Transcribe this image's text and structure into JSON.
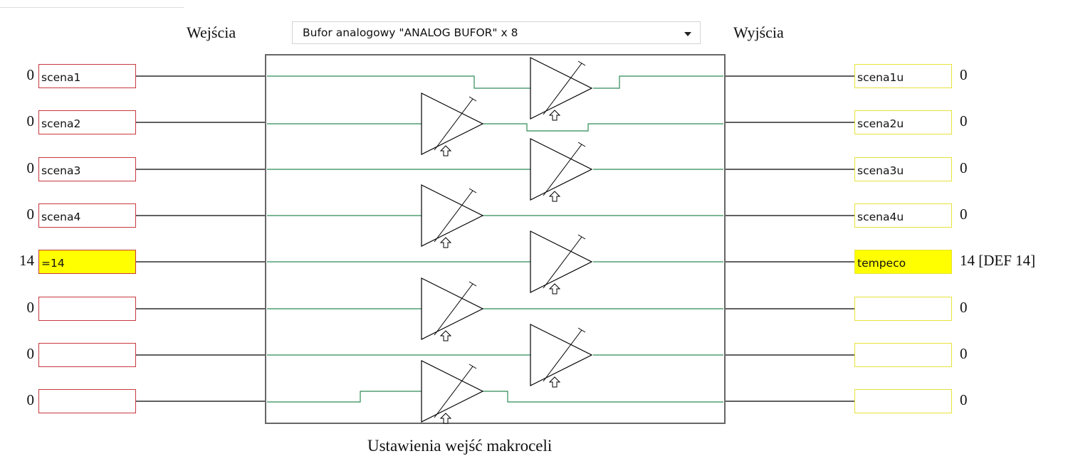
{
  "header": {
    "inputs_label": "Wejścia",
    "outputs_label": "Wyjścia",
    "macro_select": {
      "selected": "Bufor analogowy \"ANALOG BUFOR\" x 8"
    }
  },
  "rows": [
    {
      "in_value": "0",
      "in_name": "scena1",
      "out_name": "scena1u",
      "out_value": "0",
      "highlight": false
    },
    {
      "in_value": "0",
      "in_name": "scena2",
      "out_name": "scena2u",
      "out_value": "0",
      "highlight": false
    },
    {
      "in_value": "0",
      "in_name": "scena3",
      "out_name": "scena3u",
      "out_value": "0",
      "highlight": false
    },
    {
      "in_value": "0",
      "in_name": "scena4",
      "out_name": "scena4u",
      "out_value": "0",
      "highlight": false
    },
    {
      "in_value": "14",
      "in_name": "=14",
      "out_name": "tempeco",
      "out_value": "14 [DEF 14]",
      "highlight": true
    },
    {
      "in_value": "0",
      "in_name": "",
      "out_name": "",
      "out_value": "0",
      "highlight": false
    },
    {
      "in_value": "0",
      "in_name": "",
      "out_name": "",
      "out_value": "0",
      "highlight": false
    },
    {
      "in_value": "0",
      "in_name": "",
      "out_name": "",
      "out_value": "0",
      "highlight": false
    }
  ],
  "footer": {
    "caption": "Ustawienia wejść makroceli"
  },
  "colors": {
    "input_border": "#c8383e",
    "output_border": "#e7e23a",
    "highlight_fill": "#ffff00",
    "signal_wire": "#2e8b57",
    "external_wire": "#000000",
    "macro_frame": "#666666"
  },
  "icons": {
    "buffer": "triangle-buffer-icon",
    "enable": "up-arrow-icon",
    "dropdown": "chevron-down-icon"
  }
}
